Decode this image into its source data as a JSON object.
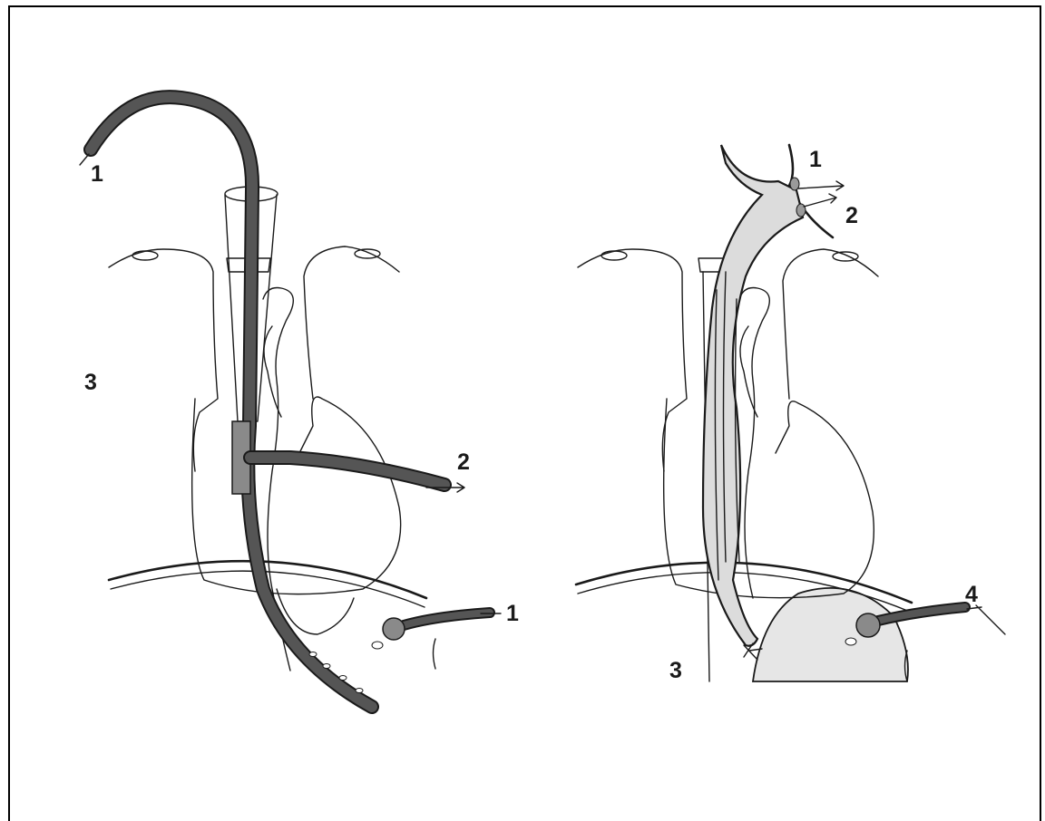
{
  "figure": {
    "left_panel": {
      "labels": {
        "tube_top": "1",
        "branch_tube": "2",
        "side_label": "3",
        "catheter_bottom": "1"
      }
    },
    "right_panel": {
      "labels": {
        "top_1": "1",
        "top_2": "2",
        "bottom_label": "3",
        "catheter": "4"
      }
    },
    "colors": {
      "tube": "#777777",
      "graft": "#dcdcdc",
      "organ": "#e6e6e6",
      "line": "#1a1a1a"
    }
  }
}
